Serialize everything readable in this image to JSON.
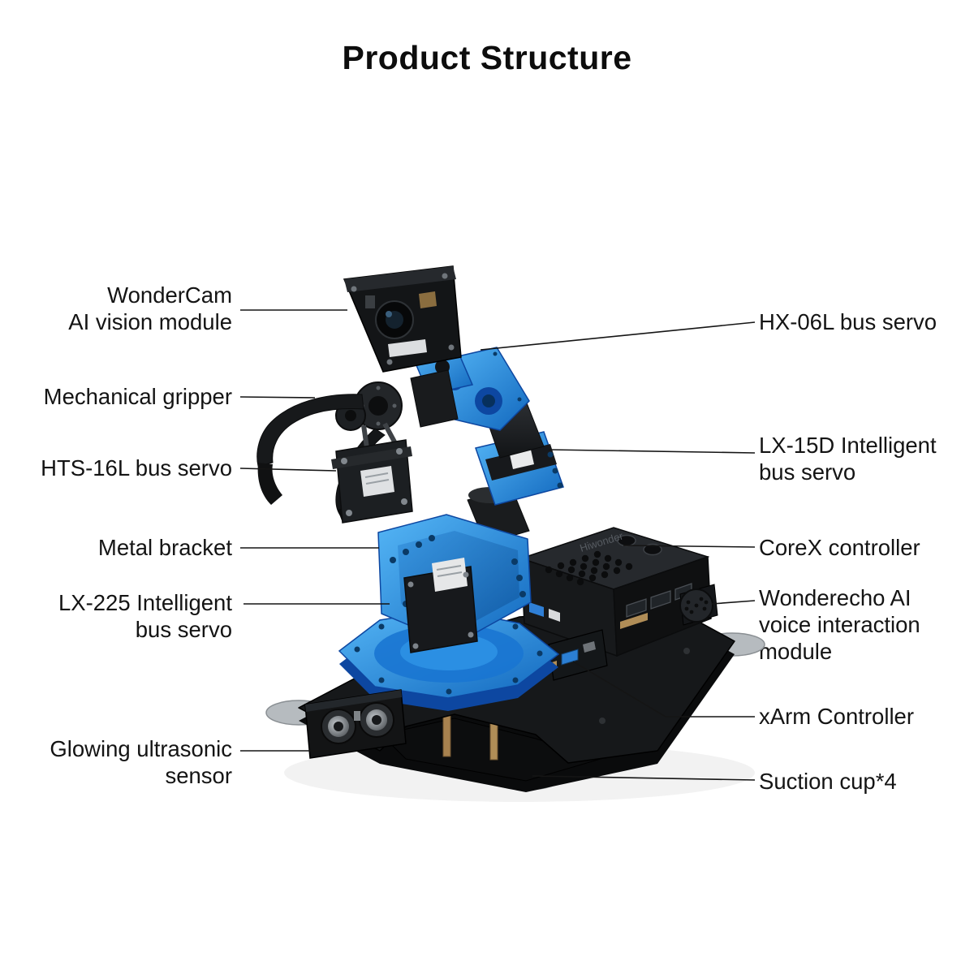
{
  "title": "Product Structure",
  "labels": {
    "wondercam": "WonderCam\nAI vision module",
    "mechanical_gripper": "Mechanical gripper",
    "hts16l": "HTS-16L bus servo",
    "metal_bracket": "Metal bracket",
    "lx225": "LX-225 Intelligent\nbus servo",
    "ultrasonic": "Glowing ultrasonic\nsensor",
    "hx06l": "HX-06L bus servo",
    "lx15d": "LX-15D Intelligent\nbus servo",
    "corex": "CoreX controller",
    "wonderecho": "Wonderecho AI\nvoice interaction\nmodule",
    "xarm_controller": "xArm Controller",
    "suction_cup": "Suction cup*4"
  },
  "brand": "Hiwonder",
  "colors": {
    "arm_blue": "#1a7fd4",
    "body_black": "#17191b",
    "background": "#ffffff",
    "label_text": "#141414"
  }
}
